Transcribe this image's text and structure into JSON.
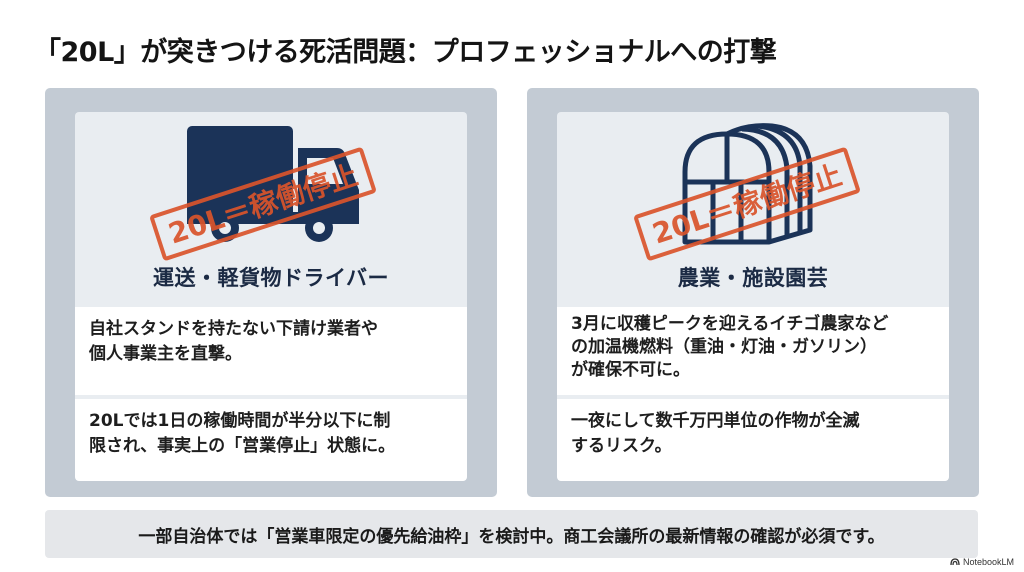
{
  "title": "「20L」が突きつける死活問題：プロフェッショナルへの打撃",
  "colors": {
    "panel_bg": "#c3cbd4",
    "inner_bg": "#e9edf1",
    "icon_navy": "#1b3358",
    "stamp_red": "#d9542b",
    "category_text": "#1b2a44",
    "bottom_bar_bg": "#e5e7ea"
  },
  "panels": [
    {
      "icon": "truck-icon",
      "stamp": "20L＝稼働停止",
      "category": "運送・軽貨物ドライバー",
      "cards": [
        "自社スタンドを持たない下請け業者や\n個人事業主を直撃。",
        "20Lでは1日の稼働時間が半分以下に制\n限され、事実上の「営業停止」状態に。"
      ]
    },
    {
      "icon": "greenhouse-icon",
      "stamp": "20L＝稼働停止",
      "category": "農業・施設園芸",
      "cards": [
        "3月に収穫ピークを迎えるイチゴ農家など\nの加温機燃料（重油・灯油・ガソリン）\nが確保不可に。",
        "一夜にして数千万円単位の作物が全滅\nするリスク。"
      ]
    }
  ],
  "footer_note": "一部自治体では「営業車限定の優先給油枠」を検討中。商工会議所の最新情報の確認が必須です。",
  "watermark": "NotebookLM"
}
